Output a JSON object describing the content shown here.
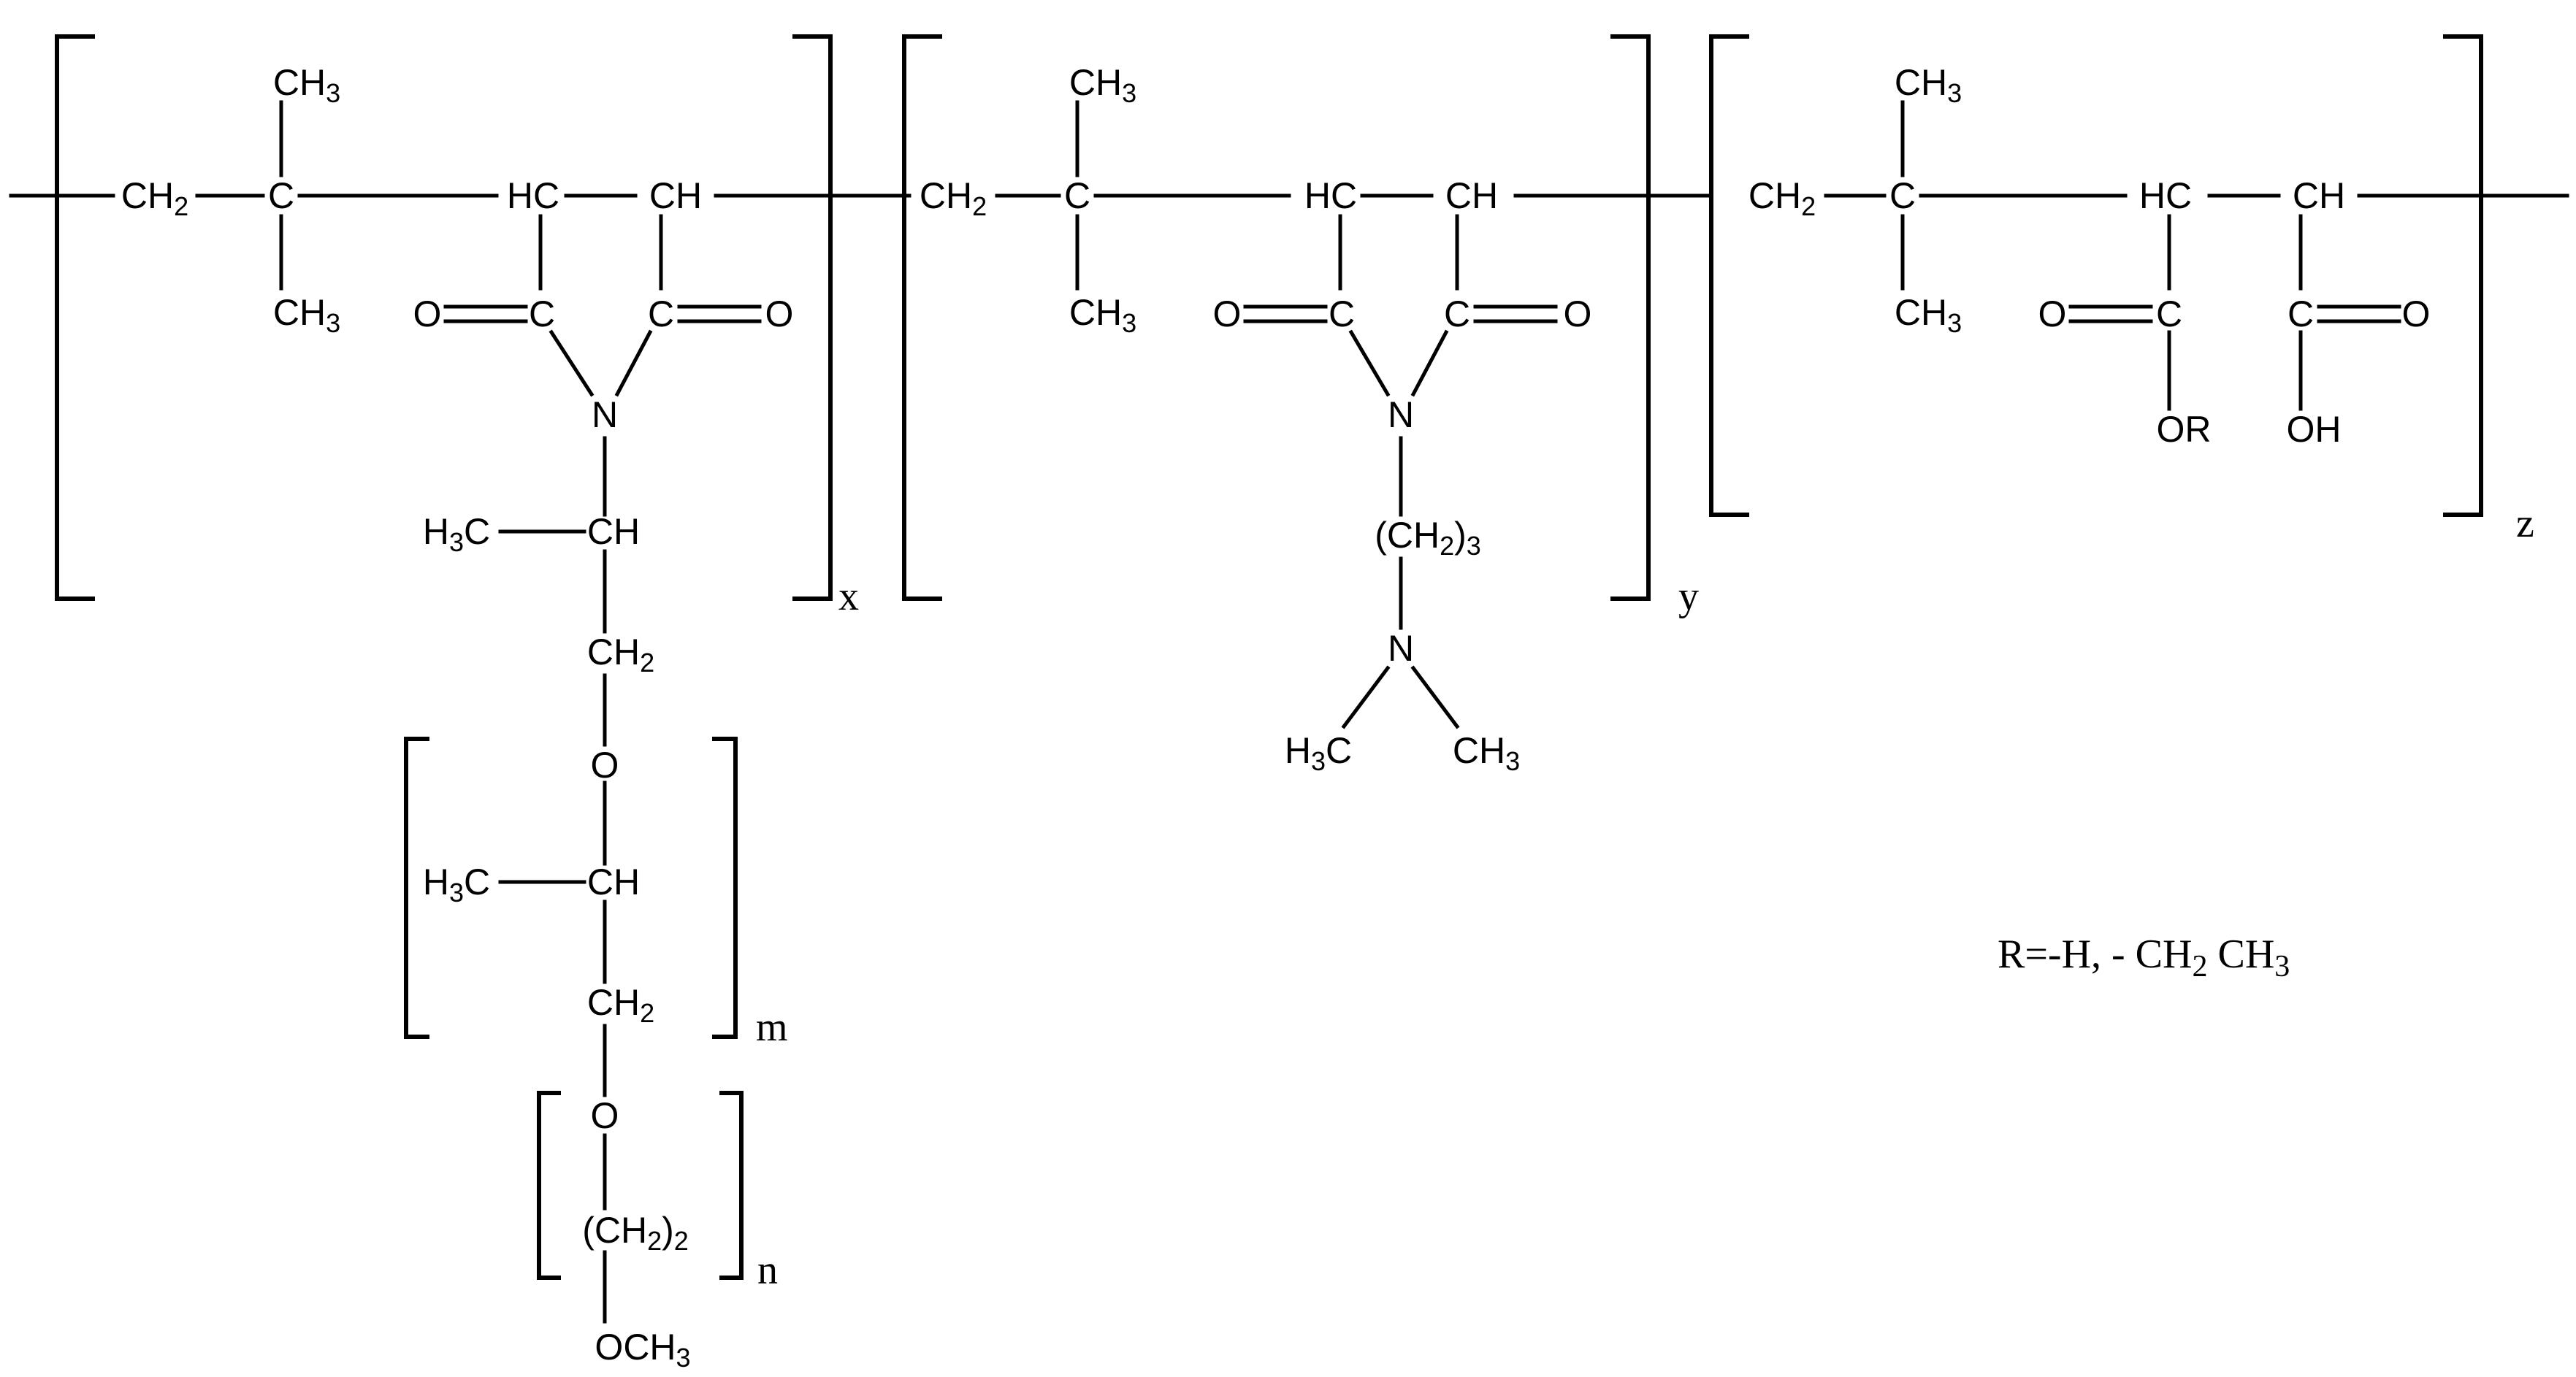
{
  "colors": {
    "ink": "#000000",
    "background": "#ffffff"
  },
  "unit_x": {
    "backbone_ch2": [
      "CH",
      "2"
    ],
    "quaternary_c": "C",
    "methyl_top": [
      "CH",
      "3"
    ],
    "methyl_bottom": [
      "CH",
      "3"
    ],
    "ring_hc": "HC",
    "ring_ch": "CH",
    "carbonyl_left_o": "O",
    "carbonyl_left_c": "C",
    "carbonyl_right_c": "C",
    "carbonyl_right_o": "O",
    "ring_n": "N",
    "side_h3c": [
      "H",
      "3",
      "C"
    ],
    "side_ch": "CH",
    "side_ch2": [
      "CH",
      "2"
    ],
    "ether_o1": "O",
    "repeat_m_h3c": [
      "H",
      "3",
      "C"
    ],
    "repeat_m_ch": "CH",
    "repeat_m_ch2": [
      "CH",
      "2"
    ],
    "ether_o2": "O",
    "repeat_n_group": [
      "(CH",
      "2",
      ")",
      "2"
    ],
    "terminal": [
      "OCH",
      "3"
    ],
    "index": "x",
    "index_m": "m",
    "index_n": "n"
  },
  "unit_y": {
    "backbone_ch2": [
      "CH",
      "2"
    ],
    "quaternary_c": "C",
    "methyl_top": [
      "CH",
      "3"
    ],
    "methyl_bottom": [
      "CH",
      "3"
    ],
    "ring_hc": "HC",
    "ring_ch": "CH",
    "carbonyl_left_o": "O",
    "carbonyl_left_c": "C",
    "carbonyl_right_c": "C",
    "carbonyl_right_o": "O",
    "ring_n": "N",
    "propyl": [
      "(CH",
      "2",
      ")",
      "3"
    ],
    "amine_n": "N",
    "methyl_left": [
      "H",
      "3",
      "C"
    ],
    "methyl_right": [
      "CH",
      "3"
    ],
    "index": "y"
  },
  "unit_z": {
    "backbone_ch2": [
      "CH",
      "2"
    ],
    "quaternary_c": "C",
    "methyl_top": [
      "CH",
      "3"
    ],
    "methyl_bottom": [
      "CH",
      "3"
    ],
    "hc": "HC",
    "ch": "CH",
    "carbonyl_left_o": "O",
    "carbonyl_left_c": "C",
    "carbonyl_right_c": "C",
    "carbonyl_right_o": "O",
    "ester_or": "OR",
    "acid_oh": "OH",
    "index": "z"
  },
  "legend": {
    "prefix": "R=-H, - CH",
    "sub1": "2",
    "mid": " CH",
    "sub2": "3"
  }
}
